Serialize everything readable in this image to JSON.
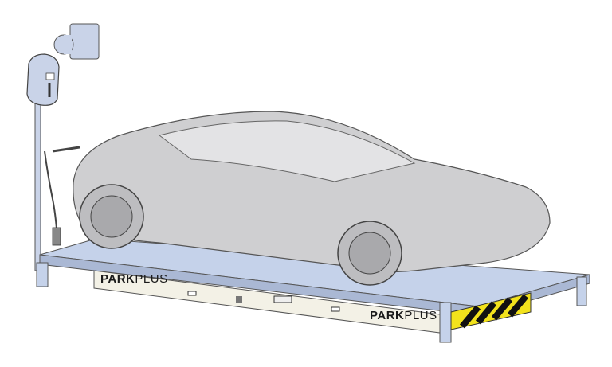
{
  "illustration": {
    "subject": "Car on parking lift platform with EV charger",
    "brand_front": {
      "bold": "PARK",
      "light": "PLUS"
    },
    "brand_side": {
      "bold": "PARK",
      "light": "PLUS"
    },
    "colors": {
      "background": "#ffffff",
      "platform": "#c5d2ea",
      "platform_edge": "#aab8d4",
      "car_body": "#cfcfd1",
      "car_outline": "#555555",
      "panel": "#f3f1e6",
      "hazard_yellow": "#f2e21c",
      "hazard_black": "#111111",
      "charger": "#c9d3e8"
    }
  }
}
